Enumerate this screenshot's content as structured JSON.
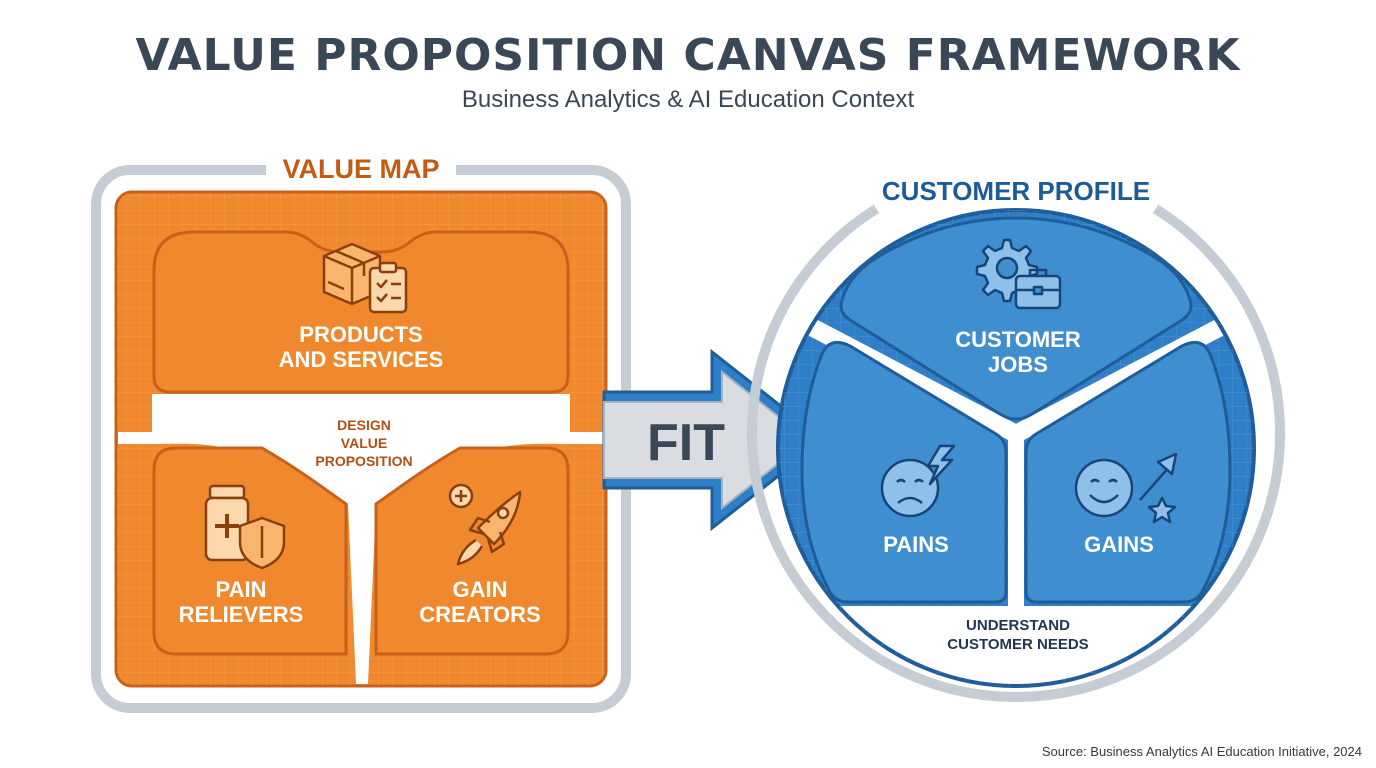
{
  "header": {
    "title": "VALUE PROPOSITION CANVAS FRAMEWORK",
    "subtitle": "Business Analytics & AI Education Context"
  },
  "value_map": {
    "label": "VALUE MAP",
    "products_line1": "PRODUCTS",
    "products_line2": "AND SERVICES",
    "center_line1": "DESIGN",
    "center_line2": "VALUE",
    "center_line3": "PROPOSITION",
    "pain_line1": "PAIN",
    "pain_line2": "RELIEVERS",
    "gain_line1": "GAIN",
    "gain_line2": "CREATORS"
  },
  "fit": {
    "label": "FIT"
  },
  "customer_profile": {
    "label": "CUSTOMER PROFILE",
    "jobs_line1": "CUSTOMER",
    "jobs_line2": "JOBS",
    "pains": "PAINS",
    "gains": "GAINS",
    "bottom_line1": "UNDERSTAND",
    "bottom_line2": "CUSTOMER NEEDS"
  },
  "footer": {
    "source": "Source: Business Analytics AI Education Initiative, 2024"
  },
  "icons": {
    "products": "box-clipboard-icon",
    "pain_relievers": "medicine-shield-icon",
    "gain_creators": "rocket-icon",
    "customer_jobs": "gear-briefcase-icon",
    "pains": "sad-face-lightning-icon",
    "gains": "smile-face-arrow-star-icon"
  },
  "colors": {
    "orange": "#f0892d",
    "orange_dark": "#c9601a",
    "orange_text": "#c75a12",
    "blue": "#3f8ed0",
    "blue_dark": "#1f6aad",
    "blue_text": "#1a5c99",
    "grey_frame": "#c5ccd3",
    "title_text": "#3a4756"
  }
}
